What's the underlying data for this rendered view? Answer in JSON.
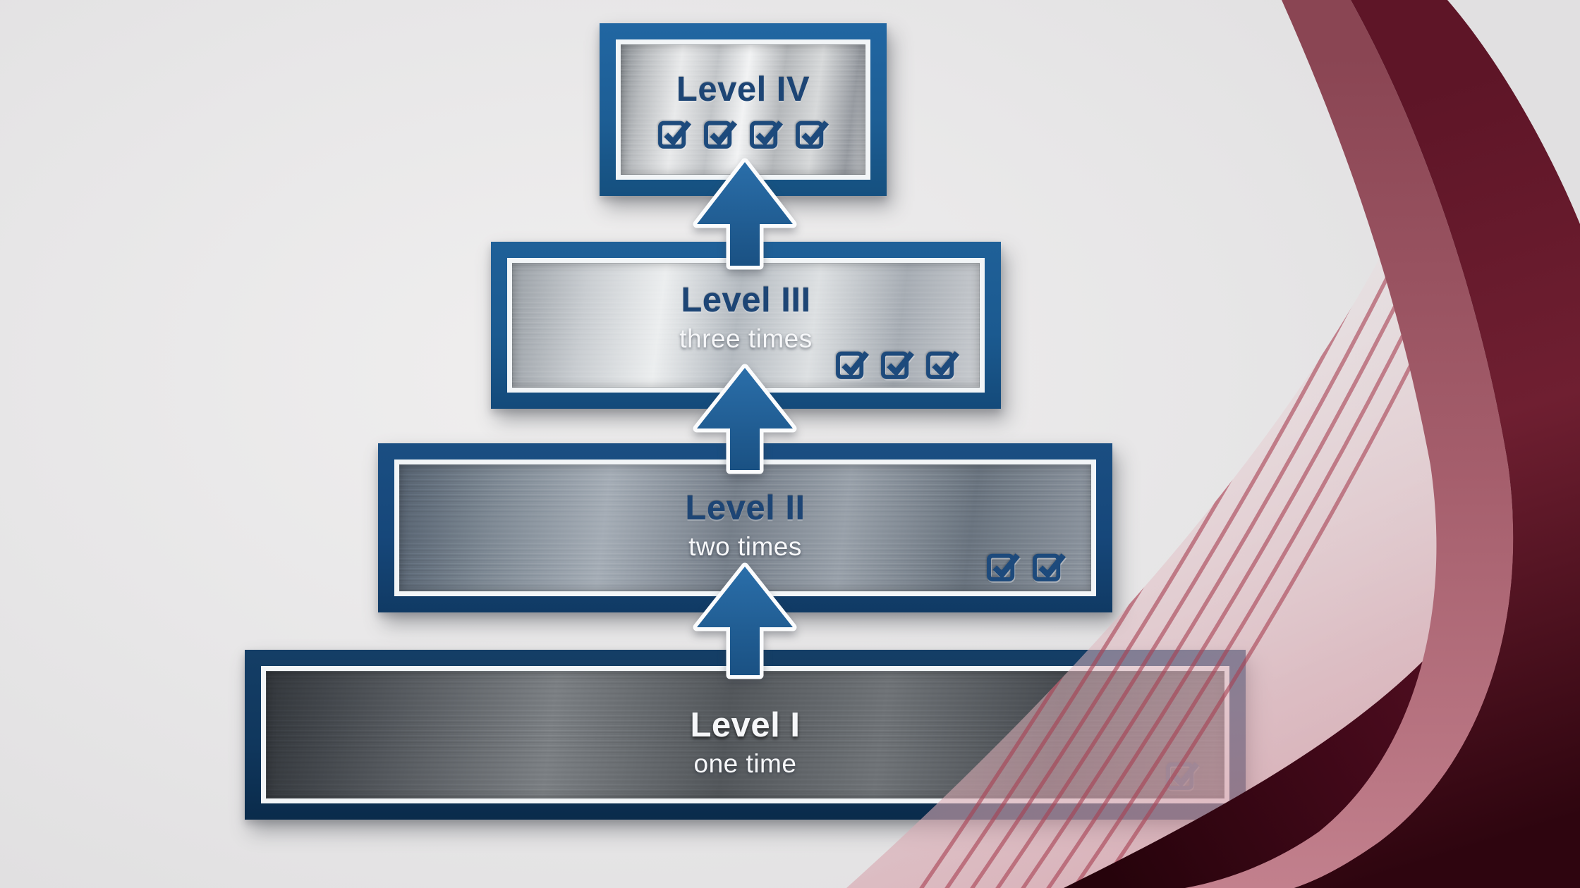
{
  "diagram": {
    "description": "Four-level progression pyramid with upward arrows and checkbox icons",
    "levels": [
      {
        "key": "level-4",
        "title": "Level IV",
        "subtitle": "",
        "checks": 4
      },
      {
        "key": "level-3",
        "title": "Level III",
        "subtitle": "three times",
        "checks": 3
      },
      {
        "key": "level-2",
        "title": "Level II",
        "subtitle": "two times",
        "checks": 2
      },
      {
        "key": "level-1",
        "title": "Level I",
        "subtitle": "one time",
        "checks": 1
      }
    ],
    "icons": {
      "checkbox": "checked-checkbox-icon",
      "arrow": "up-arrow-icon"
    }
  },
  "theme": {
    "colors": {
      "page_bg": "#e9e8e9",
      "frame_blue": "#1e619b",
      "frame_blue_dark": "#0e3357",
      "title_navy": "#1d4575",
      "text_white": "#f6f7f9",
      "check_navy": "#1d4a7c",
      "arrow_blue": "#2164a0",
      "maroon": "#6b1b2d",
      "maroon_deep": "#2c050e",
      "maroon_highlight": "#c08390",
      "pale_pink": "#d8a7b0",
      "silver": "#c6c9cc",
      "steel_blue_gray": "#79838d",
      "charcoal": "#53575b"
    }
  }
}
